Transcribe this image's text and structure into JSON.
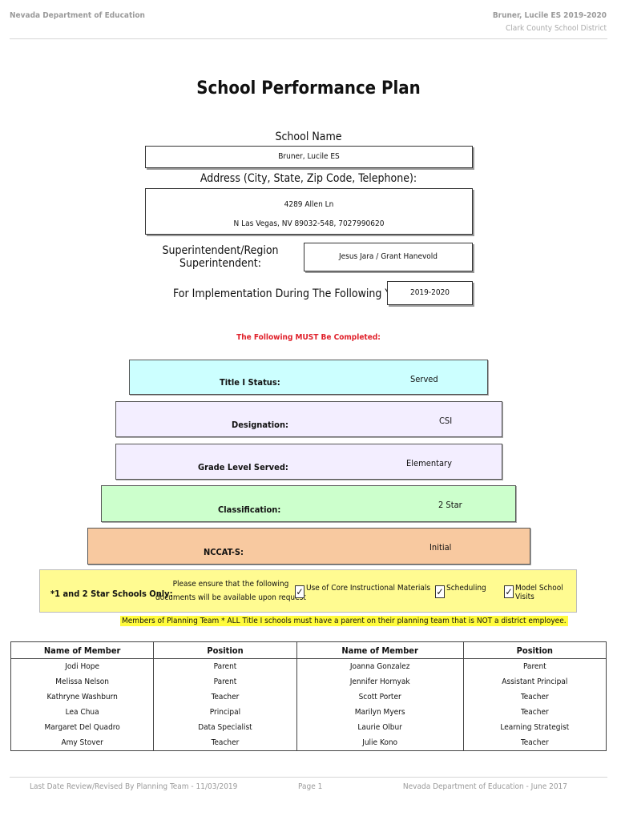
{
  "header": {
    "org": "Nevada Department of Education",
    "school_year": "Bruner, Lucile ES  2019-2020",
    "district": "Clark County School District"
  },
  "title": "School Performance Plan",
  "school": {
    "name_label": "School Name",
    "name": "Bruner, Lucile ES",
    "address_label": "Address (City, State, Zip Code, Telephone):",
    "address_line1": "4289 Allen Ln",
    "address_line2": "N Las Vegas, NV  89032-548, 7027990620",
    "superintendent_label_1": "Superintendent/Region",
    "superintendent_label_2": "Superintendent:",
    "superintendent": "Jesus Jara / Grant Hanevold",
    "years_label": "For Implementation During The Following Years:",
    "years": "2019-2020"
  },
  "must_complete": "The Following MUST Be Completed:",
  "tiers": [
    {
      "label": "Title I Status:",
      "value": "Served",
      "color": "#ccffff"
    },
    {
      "label": "Designation:",
      "value": "CSI",
      "color": "#f3eeff"
    },
    {
      "label": "Grade Level Served:",
      "value": "Elementary",
      "color": "#f3eeff"
    },
    {
      "label": "Classification:",
      "value": "2 Star",
      "color": "#ccffcc"
    },
    {
      "label": "NCCAT-S:",
      "value": "Initial",
      "color": "#f8c9a0"
    }
  ],
  "star_schools": {
    "label": "*1 and 2 Star Schools Only:",
    "note_line1": "Please ensure that the following",
    "note_line2": "documents will be available upon request",
    "items": [
      {
        "label": "Use of Core Instructional Materials",
        "checked": true
      },
      {
        "label": "Scheduling",
        "checked": true
      },
      {
        "label": "Model School Visits",
        "checked": true
      }
    ],
    "check_glyph": "✓"
  },
  "members_note": "Members of Planning Team * ALL Title I schools must have a parent on their planning team that is NOT a district employee.",
  "members_table": {
    "headers": [
      "Name of Member",
      "Position",
      "Name of Member",
      "Position"
    ],
    "rows": [
      [
        "Jodi Hope",
        "Parent",
        "Joanna Gonzalez",
        "Parent"
      ],
      [
        "Melissa Nelson",
        "Parent",
        "Jennifer Hornyak",
        "Assistant Principal"
      ],
      [
        "Kathryne Washburn",
        "Teacher",
        "Scott Porter",
        "Teacher"
      ],
      [
        "Lea Chua",
        "Principal",
        "Marilyn Myers",
        "Teacher"
      ],
      [
        "Margaret Del Quadro",
        "Data Specialist",
        "Laurie Olbur",
        "Learning Strategist"
      ],
      [
        "Amy Stover",
        "Teacher",
        "Julie Kono",
        "Teacher"
      ]
    ]
  },
  "footer": {
    "review": "Last Date Review/Revised By Planning Team - 11/03/2019",
    "page": "Page 1",
    "source": "Nevada Department of Education - June 2017"
  }
}
